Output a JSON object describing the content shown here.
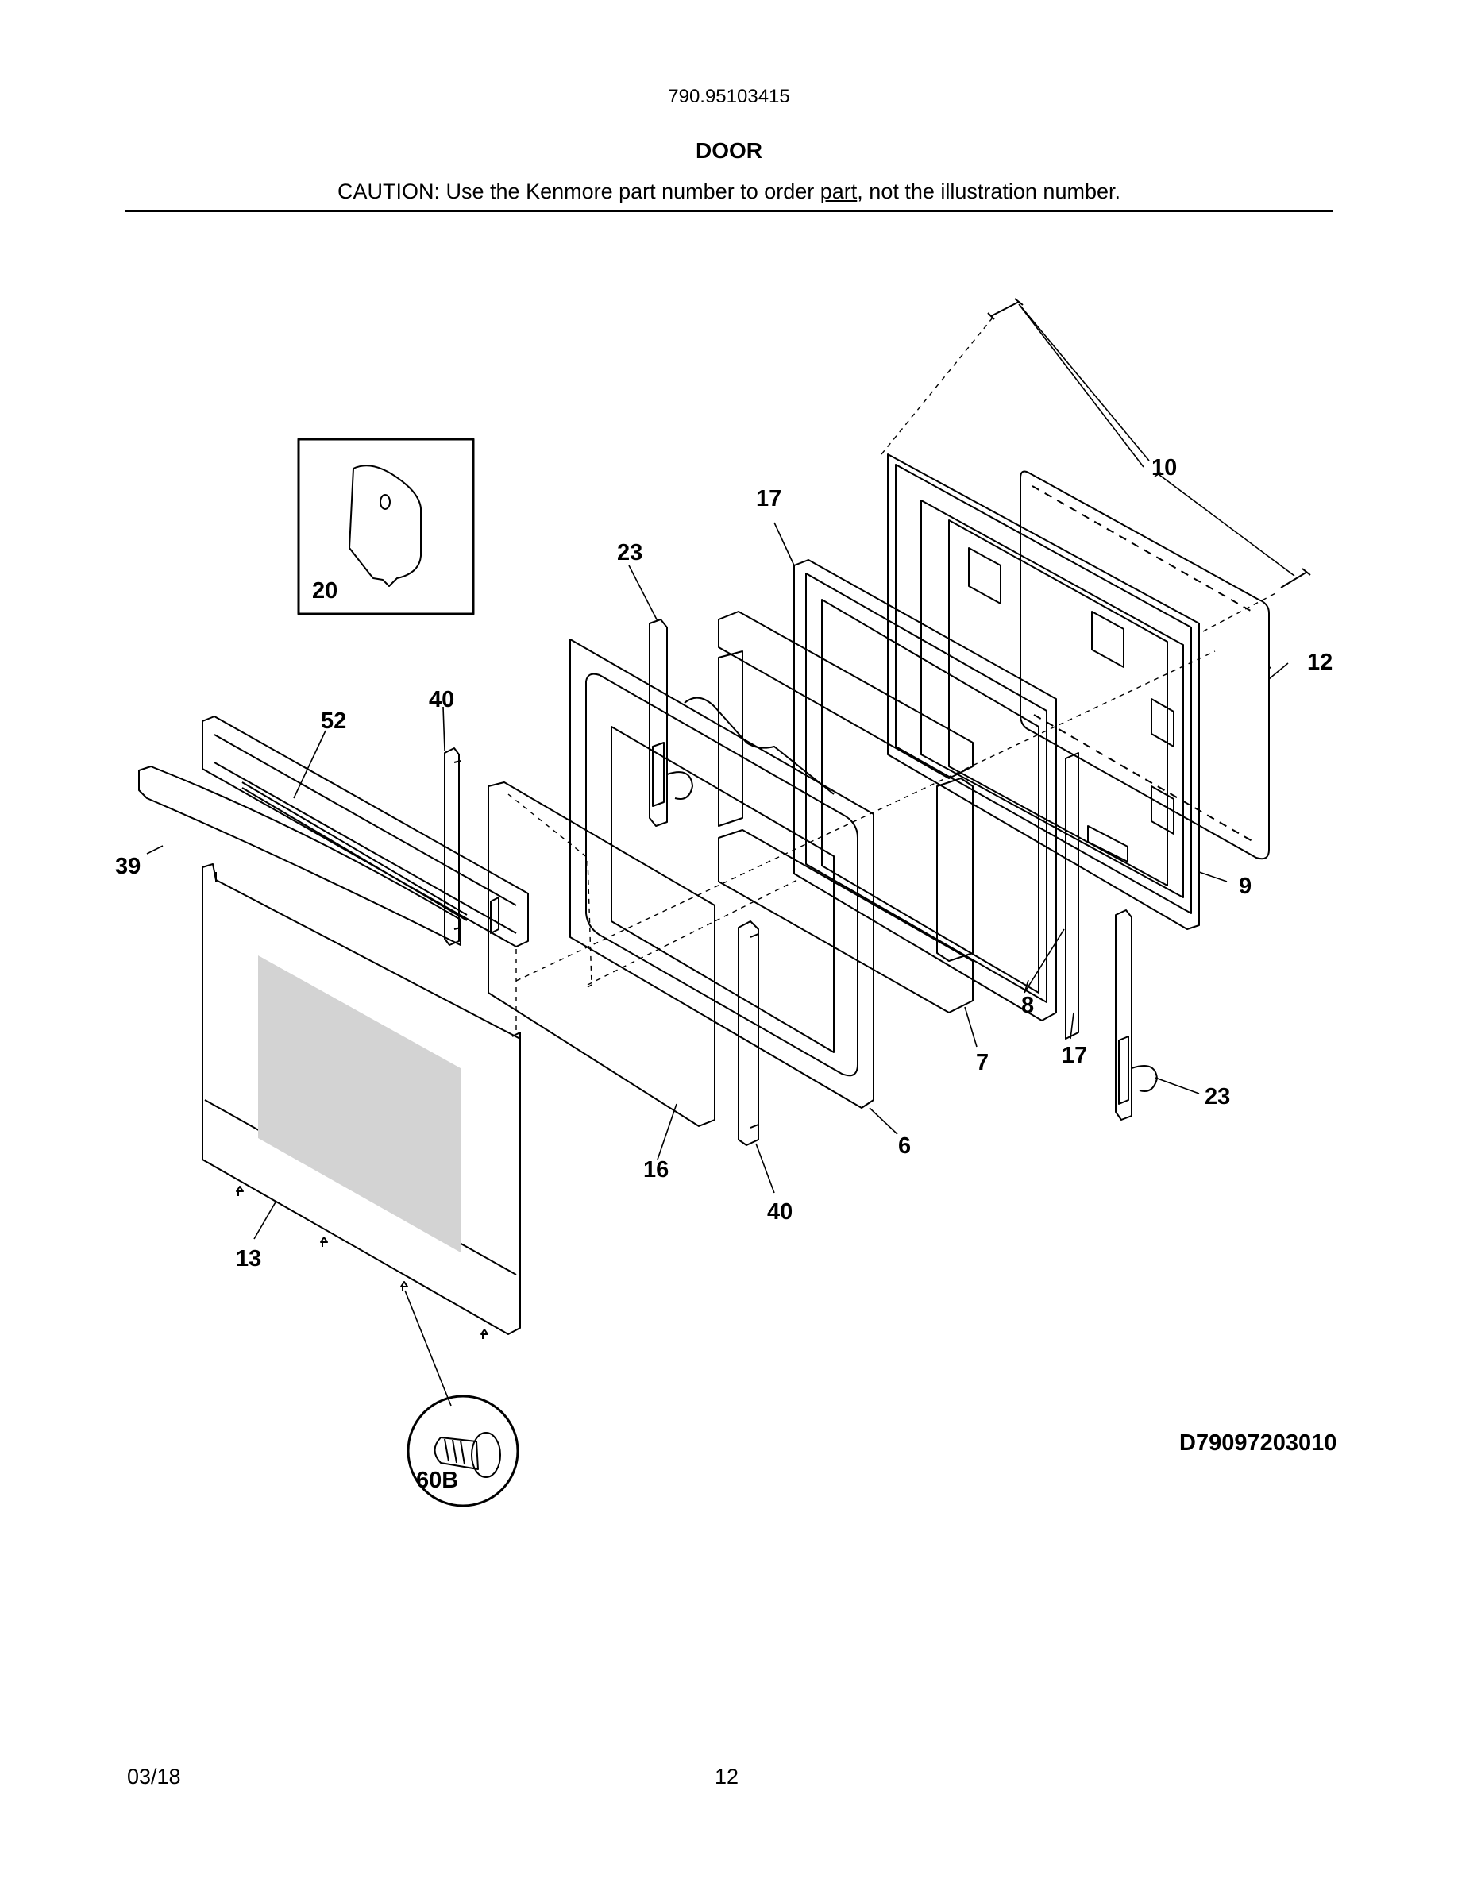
{
  "header": {
    "model_number": "790.95103415",
    "section_title": "DOOR",
    "caution_prefix": "CAUTION: Use the Kenmore part number to order ",
    "caution_underlined": "part",
    "caution_suffix": ", not the illustration number."
  },
  "diagram": {
    "drawing_id": "D79097203010",
    "callouts": {
      "c10": "10",
      "c17_top": "17",
      "c23_top": "23",
      "c12": "12",
      "c20": "20",
      "c40_top": "40",
      "c52": "52",
      "c39": "39",
      "c9": "9",
      "c8": "8",
      "c7": "7",
      "c17_bottom": "17",
      "c23_bottom": "23",
      "c6": "6",
      "c16": "16",
      "c40_bottom": "40",
      "c13": "13",
      "c60b": "60B"
    }
  },
  "footer": {
    "date": "03/18",
    "page_number": "12"
  }
}
